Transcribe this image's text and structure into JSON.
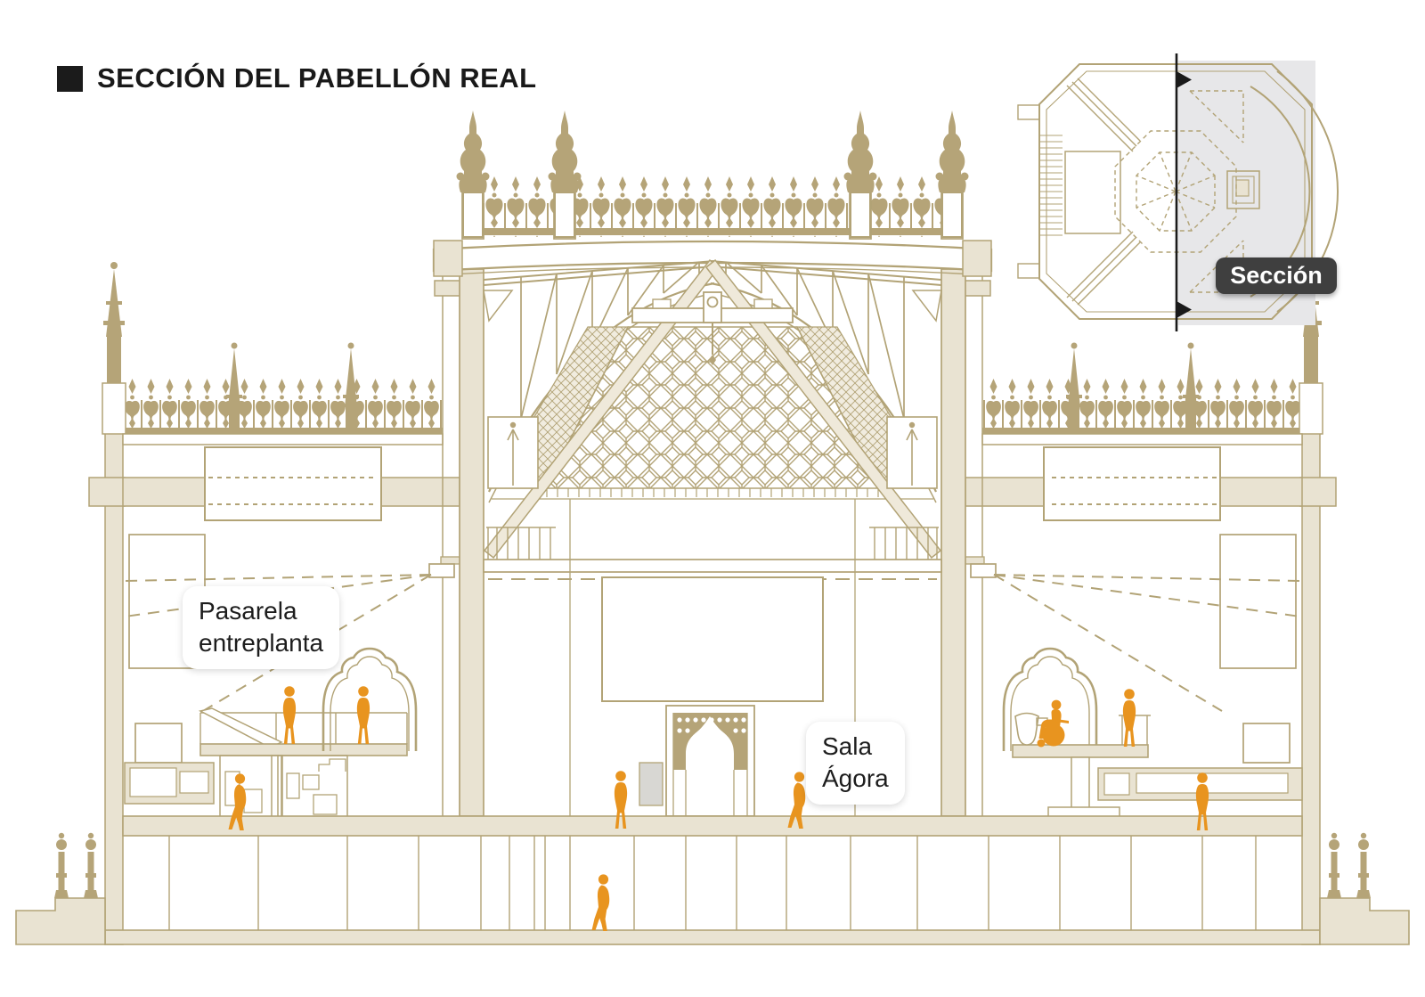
{
  "header": {
    "title": "SECCIÓN DEL PABELLÓN REAL"
  },
  "callouts": {
    "pasarela": {
      "line1": "Pasarela",
      "line2": "entreplanta"
    },
    "sala_agora": {
      "line1": "Sala",
      "line2": "Ágora"
    }
  },
  "inset": {
    "badge_label": "Sección"
  },
  "figures": {
    "count": 9,
    "color": "#e8941f"
  },
  "colors": {
    "line": "#b2a376",
    "wall_fill": "#e9e3d2",
    "crest": "#b5a478",
    "figure": "#e8941f",
    "inset_shade": "#e7e7e9",
    "badge_bg": "#3f3f3f",
    "badge_text": "#ffffff",
    "title_text": "#191919"
  }
}
